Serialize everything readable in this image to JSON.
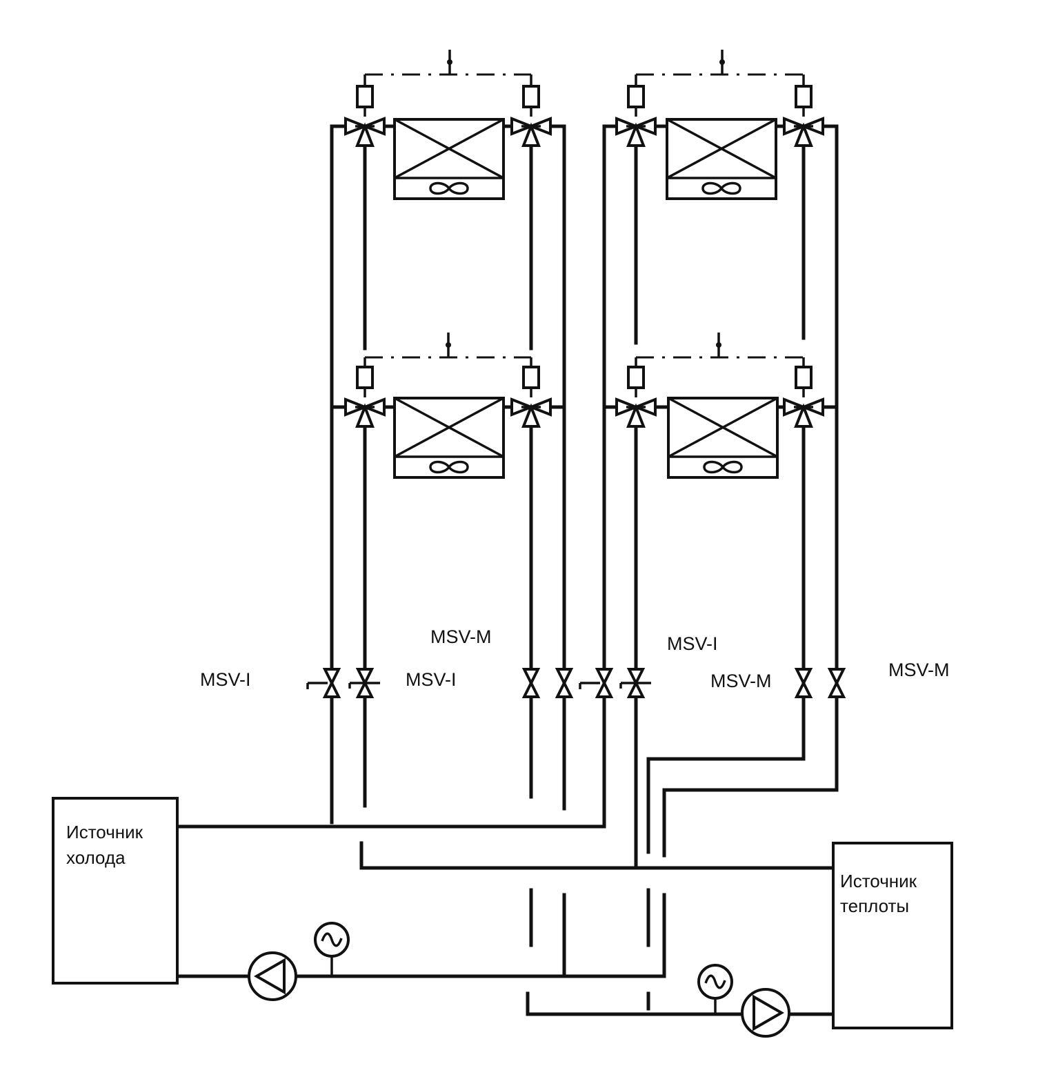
{
  "labels": {
    "msv_i_left": "MSV-I",
    "msv_i_mid": "MSV-I",
    "msv_m_mid": "MSV-M",
    "msv_i_right": "MSV-I",
    "msv_m_right1": "MSV-M",
    "msv_m_right2": "MSV-M"
  },
  "cold_source": {
    "line1": "Источник",
    "line2": "холода"
  },
  "heat_source": {
    "line1": "Источник",
    "line2": "теплоты"
  }
}
